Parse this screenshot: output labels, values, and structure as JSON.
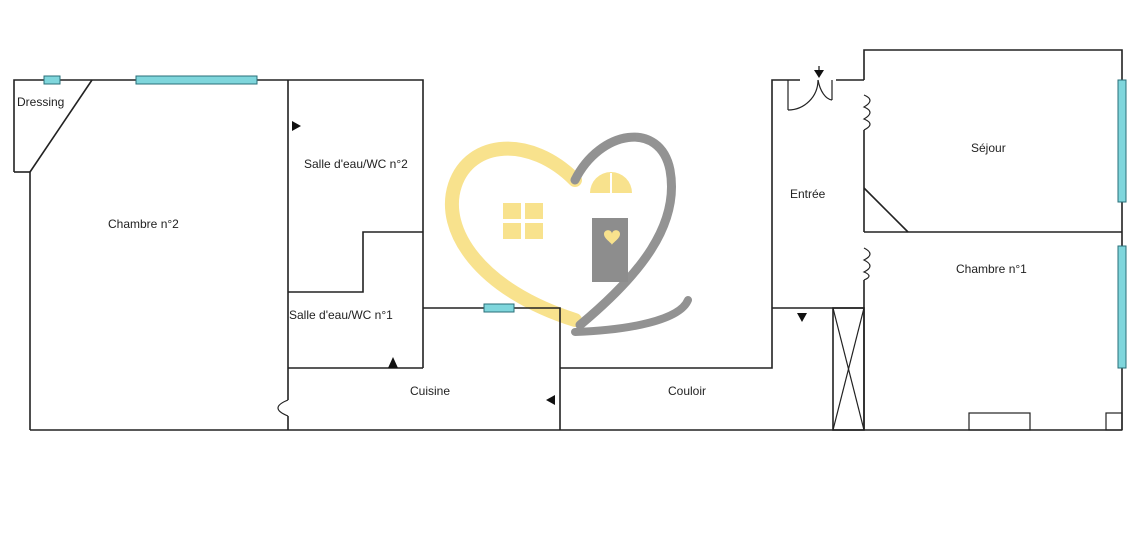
{
  "rooms": {
    "dressing": "Dressing",
    "chambre2": "Chambre n°2",
    "salle2": "Salle d'eau/WC n°2",
    "salle1": "Salle d'eau/WC n°1",
    "cuisine": "Cuisine",
    "couloir": "Couloir",
    "entree": "Entrée",
    "sejour": "Séjour",
    "chambre1": "Chambre n°1"
  },
  "colors": {
    "wall": "#222222",
    "window": "#7fd6dc",
    "logo_yellow": "#f7dd7a",
    "logo_grey": "#7a7a7a"
  },
  "icons": [
    "heart-house-logo",
    "door-arrow-icon",
    "door-swing-icon"
  ]
}
